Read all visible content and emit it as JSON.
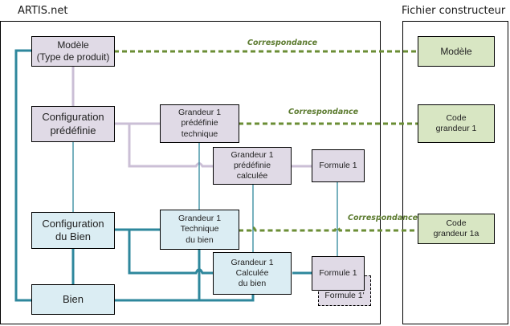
{
  "sections": {
    "left_title": "ARTIS.net",
    "right_title": "Fichier constructeur"
  },
  "nodes": {
    "modele": "Modèle\n(Type de produit)",
    "config_predefinie": "Configuration\nprédéfinie",
    "grandeur_predef_tech": "Grandeur 1\nprédéfinie\ntechnique",
    "grandeur_predef_calc": "Grandeur 1\nprédéfinie\ncalculée",
    "formule_predef": "Formule 1",
    "config_bien": "Configuration\ndu Bien",
    "grandeur_tech_bien": "Grandeur 1\nTechnique\ndu bien",
    "grandeur_calc_bien": "Grandeur 1\nCalculée\ndu bien",
    "formule_bien": "Formule 1",
    "formule_prime": "Formule 1'",
    "bien": "Bien",
    "ext_modele": "Modèle",
    "ext_code_grandeur": "Code\ngrandeur 1",
    "ext_code_grandeur_a": "Code\ngrandeur 1a"
  },
  "correspondances": {
    "label1": "Correspondance",
    "label2": "Correspondance",
    "label3": "Correspondance"
  },
  "colors": {
    "predefined_link": "#cbbfd6",
    "instance_link": "#2e879c",
    "correspondance_link": "#6b8e35"
  }
}
